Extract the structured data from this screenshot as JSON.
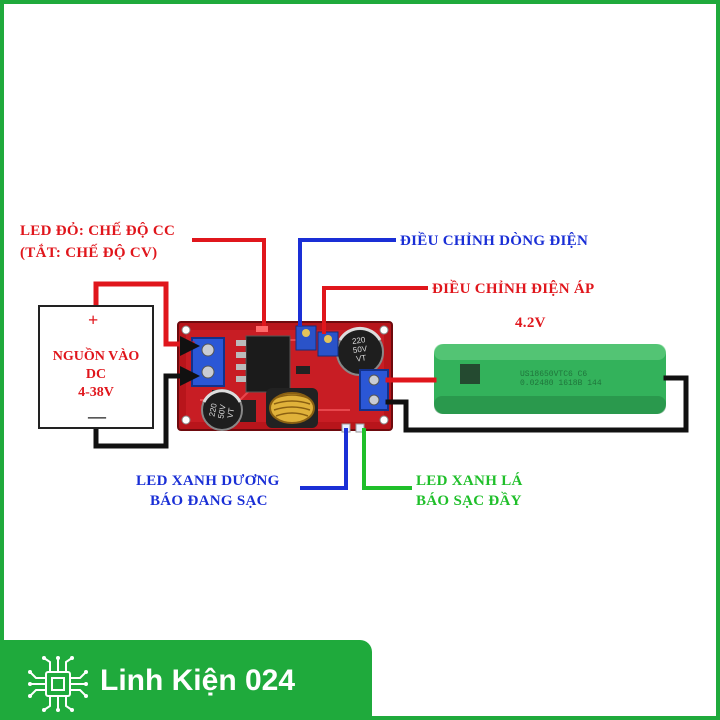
{
  "labels": {
    "led_red_line1": "LED ĐỎ: CHẾ ĐỘ CC",
    "led_red_line2": "(TẮT: CHẾ ĐỘ CV)",
    "adjust_current": "ĐIỀU CHỈNH DÒNG ĐIỆN",
    "adjust_voltage": "ĐIỀU CHỈNH ĐIỆN ÁP",
    "voltage_value": "4.2V",
    "led_blue_line1": "LED XANH DƯƠNG",
    "led_blue_line2": "BÁO ĐANG SẠC",
    "led_green_line1": "LED XANH LÁ",
    "led_green_line2": "BÁO SẠC ĐẦY"
  },
  "source": {
    "line1": "NGUỒN VÀO",
    "line2": "DC",
    "line3": "4-38V",
    "plus": "+",
    "minus": "—"
  },
  "capacitor_1": {
    "line1": "220",
    "line2": "50V",
    "line3": "VT"
  },
  "capacitor_2": {
    "line1": "220",
    "line2": "50V",
    "line3": "VT"
  },
  "battery": {
    "print_line1": "US18650VTC6 C6",
    "print_line2": "0.02480 1618B 144"
  },
  "brand": {
    "name": "Linh Kiện 024"
  },
  "colors": {
    "accent": "#1faa3c",
    "red": "#e0161c",
    "blue": "#1a2fd6",
    "green": "#1fbf2a"
  }
}
